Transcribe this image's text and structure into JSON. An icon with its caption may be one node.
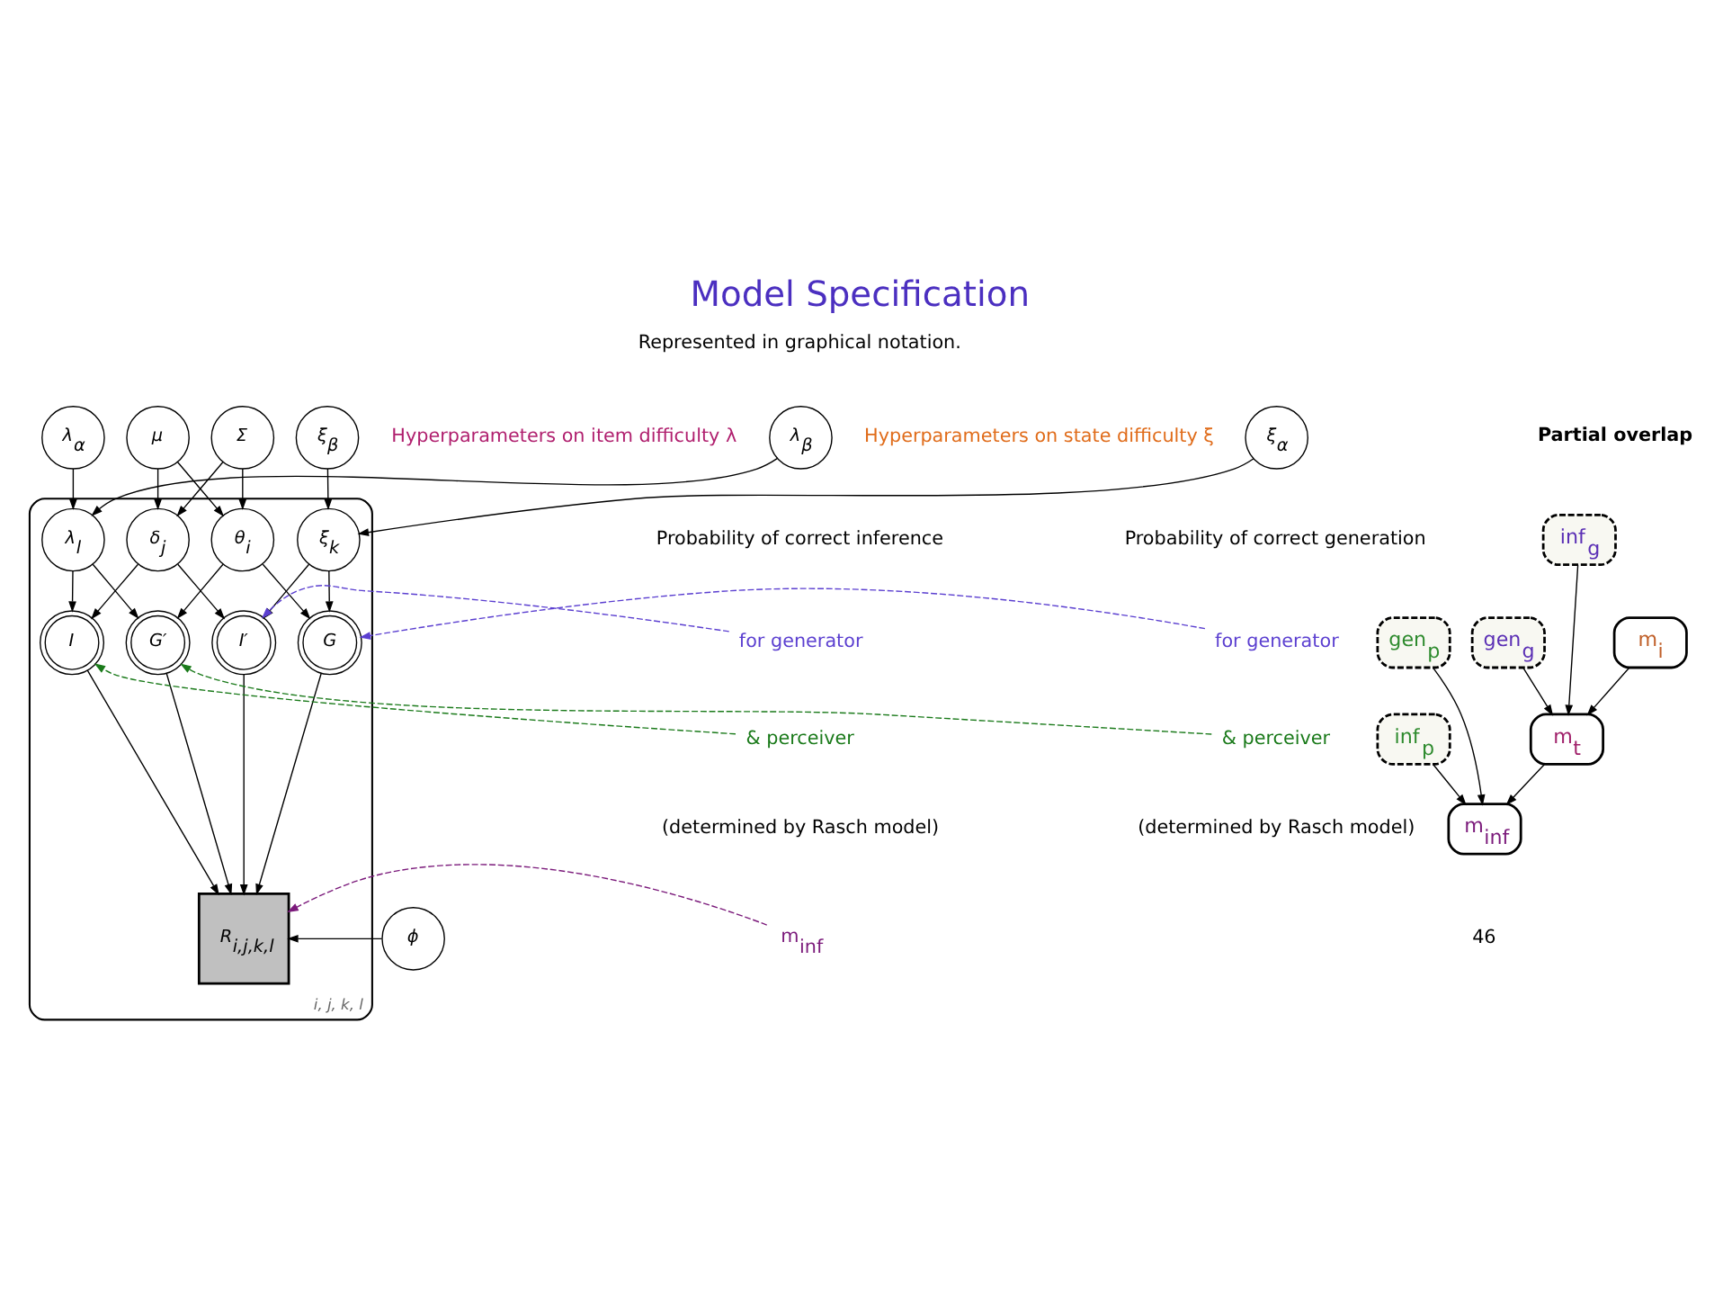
{
  "diagram": {
    "title": "Model Specification",
    "nodes": [
      {
        "text": [
          "ξ$_{α}$"
        ]
      },
      {
        "text": [
          "ξ$_{β}$"
        ]
      },
      {
        "text": [
          "μ"
        ]
      },
      {
        "text": [
          "Σ"
        ]
      },
      {
        "text": [
          "λ$_{α}$"
        ]
      },
      {
        "text": [
          "λ$_{β}$"
        ]
      },
      {
        "text": [
          "i, j, k, l"
        ]
      },
      {
        "text": [
          "ξ$_{k}$"
        ],
        "in": 6
      },
      {
        "text": [
          "θ$_{i}$"
        ],
        "in": 6
      },
      {
        "text": [
          "δ$_{j}$"
        ],
        "in": 6
      },
      {
        "text": [
          "λ$_{l}$"
        ],
        "in": 6
      },
      {
        "text": [
          "I′"
        ],
        "in": 6
      },
      {
        "text": [
          "G"
        ],
        "in": 6
      },
      {
        "text": [
          "I"
        ],
        "in": 6
      },
      {
        "text": [
          "G′"
        ],
        "in": 6
      },
      {
        "text": [
          "R$_{i,j,k,l}$"
        ],
        "in": 6
      },
      {
        "text": [
          "ϕ"
        ]
      },
      {
        "text": [
          "for generator"
        ]
      },
      {
        "text": [
          "& perceiver"
        ]
      },
      {
        "text": [
          "for generator"
        ]
      },
      {
        "text": [
          "& perceiver"
        ]
      },
      {
        "text": [
          "m$_{inf}$"
        ]
      },
      {
        "text": [
          "inf$_{g}$"
        ]
      },
      {
        "text": [
          "gen$_{g}$"
        ]
      },
      {
        "text": [
          "gen$_{p}$"
        ]
      },
      {
        "text": [
          "inf$_{p}$"
        ]
      },
      {
        "text": [
          "m$_{i}$"
        ]
      },
      {
        "text": [
          "m$_{t}$"
        ]
      },
      {
        "text": [
          "m$_{inf}$"
        ]
      }
    ],
    "edges": [
      {
        "from": 0,
        "to": 7,
        "arrow": "to"
      },
      {
        "from": 1,
        "to": 7,
        "arrow": "to"
      },
      {
        "from": 2,
        "to": 8,
        "arrow": "to"
      },
      {
        "from": 2,
        "to": 9,
        "arrow": "to"
      },
      {
        "from": 3,
        "to": 8,
        "arrow": "to"
      },
      {
        "from": 3,
        "to": 9,
        "arrow": "to"
      },
      {
        "from": 4,
        "to": 10,
        "arrow": "to"
      },
      {
        "from": 5,
        "to": 10,
        "arrow": "to"
      },
      {
        "from": 7,
        "to": 11,
        "arrow": "to"
      },
      {
        "from": 7,
        "to": 12,
        "arrow": "to"
      },
      {
        "from": 8,
        "to": 12,
        "arrow": "to"
      },
      {
        "from": 8,
        "to": 14,
        "arrow": "to"
      },
      {
        "from": 9,
        "to": 13,
        "arrow": "to"
      },
      {
        "from": 9,
        "to": 11,
        "arrow": "to"
      },
      {
        "from": 10,
        "to": 14,
        "arrow": "to"
      },
      {
        "from": 10,
        "to": 13,
        "arrow": "to"
      },
      {
        "from": 11,
        "to": 15,
        "arrow": "to"
      },
      {
        "from": 12,
        "to": 15,
        "arrow": "to"
      },
      {
        "from": 13,
        "to": 15,
        "arrow": "to"
      },
      {
        "from": 14,
        "to": 15,
        "arrow": "to"
      },
      {
        "from": 16,
        "to": 15,
        "arrow": "to"
      },
      {
        "from": 17,
        "to": 12,
        "arrow": "to",
        "style": "dashed",
        "color": "#5b3fd0"
      },
      {
        "from": 18,
        "to": 14,
        "arrow": "to",
        "style": "dashed",
        "color": "#1a7a1a"
      },
      {
        "from": 19,
        "to": 11,
        "arrow": "to",
        "style": "dashed",
        "color": "#5b3fd0"
      },
      {
        "from": 20,
        "to": 13,
        "arrow": "to",
        "style": "dashed",
        "color": "#1a7a1a"
      },
      {
        "from": 21,
        "to": 15,
        "arrow": "to",
        "style": "dashed",
        "color": "#7b1a7b"
      },
      {
        "from": 22,
        "to": 27,
        "arrow": "to"
      },
      {
        "from": 23,
        "to": 27,
        "arrow": "to"
      },
      {
        "from": 26,
        "to": 27,
        "arrow": "to"
      },
      {
        "from": 24,
        "to": 28,
        "arrow": "to"
      },
      {
        "from": 25,
        "to": 28,
        "arrow": "to"
      },
      {
        "from": 27,
        "to": 28,
        "arrow": "to"
      }
    ],
    "labels": [
      "Represented in graphical notation.",
      "Hyperparameters on state difficulty ξ",
      "Hyperparameters on item difficulty λ",
      "Partial overlap",
      "Probability of correct generation",
      "(determined by Rasch model)",
      "Probability of correct inference",
      "(determined by Rasch model)",
      "46"
    ]
  }
}
